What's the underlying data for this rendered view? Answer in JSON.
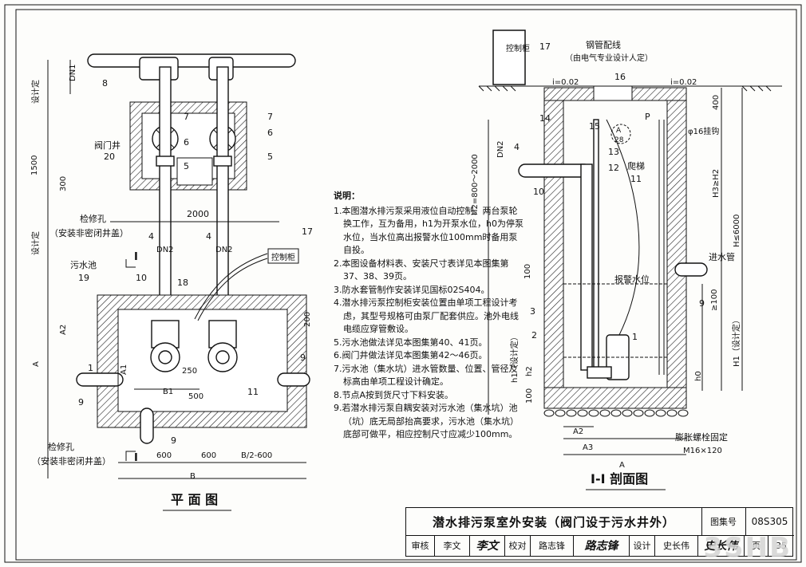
{
  "plan": {
    "caption": "平 面 图",
    "valve_well_label": "阀门井",
    "valve_well_num": "20",
    "access_hole_label": "检修孔",
    "access_hole_note": "（安装非密闭井盖）",
    "sewage_pool_label": "污水池",
    "sewage_pool_num": "19",
    "control_cabinet": "控制柜",
    "dims": {
      "d1500": "1500",
      "d300": "300",
      "d2000": "2000",
      "d250": "250",
      "d500": "500",
      "d200": "200",
      "d600a": "600",
      "d600b": "600",
      "dB2": "B/2-600",
      "dB": "B",
      "dA": "A",
      "dA1": "A1",
      "dA2": "A2",
      "dB1": "B1",
      "design": "设计定",
      "dn1": "DN1",
      "dn2a": "DN2",
      "dn2b": "DN2"
    },
    "section_mark": "I",
    "nums": {
      "n8": "8",
      "n7a": "7",
      "n7b": "7",
      "n6a": "6",
      "n6b": "6",
      "n5a": "5",
      "n5b": "5",
      "n4a": "4",
      "n4b": "4",
      "n10": "10",
      "n18": "18",
      "n17": "17",
      "n9a": "9",
      "n9b": "9",
      "n9c": "9",
      "n11": "11",
      "n1": "1"
    }
  },
  "section": {
    "caption": "I-I 剖面图",
    "control_cabinet": "控制柜",
    "steel_pipe": "钢管配线",
    "steel_pipe_note": "（由电气专业设计人定）",
    "slope1": "i=0.02",
    "slope2": "i=0.02",
    "hook": "φ16挂钩",
    "ladder": "爬梯",
    "inlet_pipe": "进水管",
    "alarm_level": "报警水位",
    "anchor_bolt": "膨胀螺栓固定",
    "bolt_size": "M16×120",
    "detail_label": "A",
    "detail_page": "28",
    "P": "P",
    "dims": {
      "h2range": "H2=800～2000",
      "d400": "400",
      "H3": "H3≥H2",
      "H6000": "H≤6000",
      "H1": "H1（设计定）",
      "h1": "h1（设计定）",
      "h2": "h2",
      "h0": "h0",
      "d100a": "100",
      "d100b": "100",
      "ge100": "≥100",
      "A2": "A2",
      "A3": "A3",
      "A": "A",
      "dn2": "DN2"
    },
    "nums": {
      "n17": "17",
      "n16": "16",
      "n15": "15",
      "n14": "14",
      "n13": "13",
      "n12": "12",
      "n11": "11",
      "n10": "10",
      "n4": "4",
      "n9": "9",
      "n3": "3",
      "n2": "2",
      "n1": "1"
    }
  },
  "notes": {
    "title": "说明：",
    "items": [
      "1.本图潜水排污泵采用液位自动控制，两台泵轮换工作，互为备用，h1为开泵水位，h0为停泵水位，当水位高出报警水位100mm时备用泵自投。",
      "2.本图设备材料表、安装尺寸表详见本图集第37、38、39页。",
      "3.防水套管制作安装详见国标02S404。",
      "4.潜水排污泵控制柜安装位置由单项工程设计考虑，其型号规格可由泵厂配套供应。池外电线电缆应穿管敷设。",
      "5.污水池做法详见本图集第40、41页。",
      "6.阀门井做法详见本图集第42～46页。",
      "7.污水池（集水坑）进水管数量、位置、管径及标高由单项工程设计确定。",
      "8.节点A按到货尺寸下料安装。",
      "9.若潜水排污泵自耦安装对污水池（集水坑）池（坑）底无局部抬高要求，污水池（集水坑）底部可做平，相应控制尺寸应减少100mm。"
    ]
  },
  "titleblock": {
    "title": "潜水排污泵室外安装（阀门设于污水井外）",
    "atlas_label": "图集号",
    "atlas_no": "08S305",
    "review_label": "审核",
    "reviewer": "李文",
    "reviewer_sig": "李文",
    "check_label": "校对",
    "checker": "路志锋",
    "checker_sig": "路志锋",
    "design_label": "设计",
    "designer": "史长伟",
    "designer_sig": "史长伟",
    "page_label": "页",
    "page_no": "35"
  },
  "watermark": "3SHB"
}
